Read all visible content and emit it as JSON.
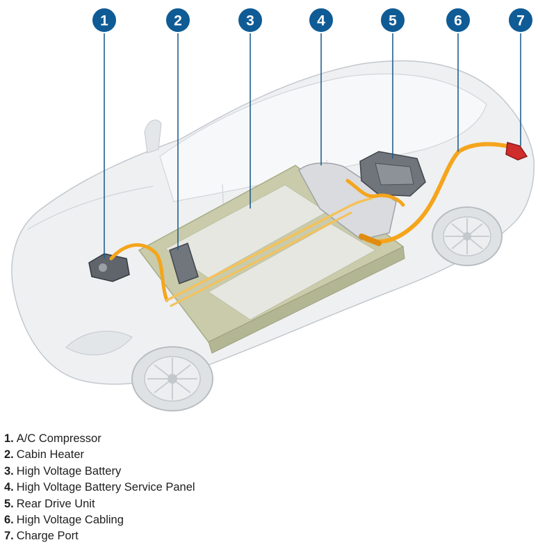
{
  "colors": {
    "callout": "#0f5b95",
    "hv_cabling": "#f5a51c",
    "battery_pack": "#c9cbaa",
    "car_body": "#eef0f2"
  },
  "callouts": [
    {
      "number": "1",
      "part": "A/C Compressor"
    },
    {
      "number": "2",
      "part": "Cabin Heater"
    },
    {
      "number": "3",
      "part": "High Voltage Battery"
    },
    {
      "number": "4",
      "part": "High Voltage Battery Service Panel"
    },
    {
      "number": "5",
      "part": "Rear Drive Unit"
    },
    {
      "number": "6",
      "part": "High Voltage Cabling"
    },
    {
      "number": "7",
      "part": "Charge Port"
    }
  ],
  "legend": [
    {
      "number": "1.",
      "label": "A/C Compressor"
    },
    {
      "number": "2.",
      "label": "Cabin Heater"
    },
    {
      "number": "3.",
      "label": "High Voltage Battery"
    },
    {
      "number": "4.",
      "label": "High Voltage Battery Service Panel"
    },
    {
      "number": "5.",
      "label": "Rear Drive Unit"
    },
    {
      "number": "6.",
      "label": "High Voltage Cabling"
    },
    {
      "number": "7.",
      "label": "Charge Port"
    }
  ]
}
